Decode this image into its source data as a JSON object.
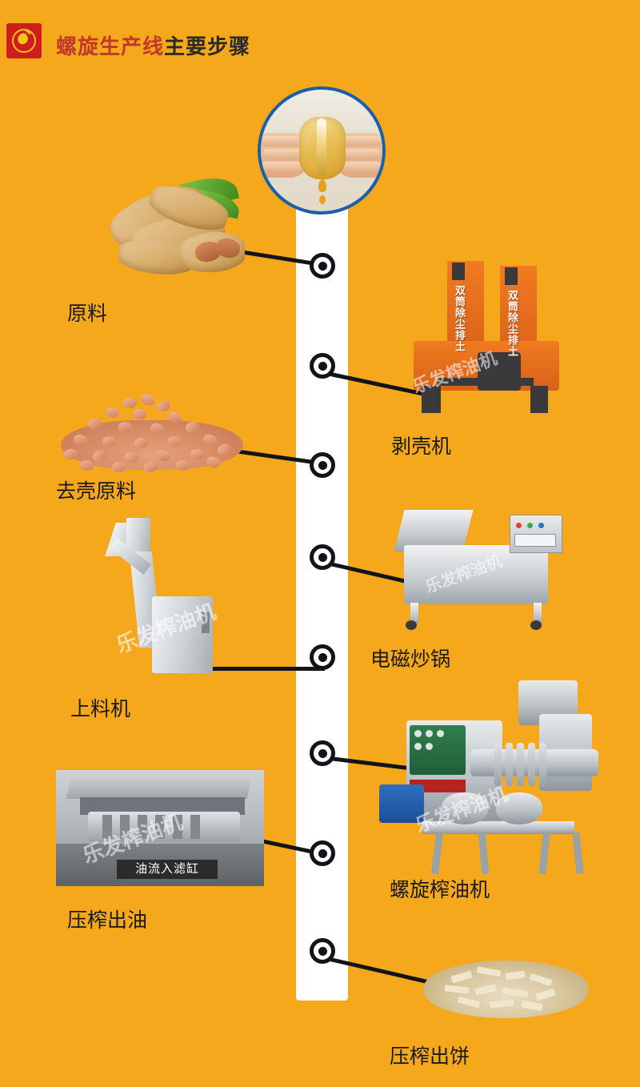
{
  "header": {
    "title_highlight": "螺旋生产线",
    "title_rest": "主要步骤",
    "logo_icon": "peanut-logo-icon"
  },
  "diagram": {
    "type": "process-flow",
    "orientation": "vertical-spine",
    "node_count": 8,
    "top_image_caption": "peanut-oil-pod-photo",
    "steps": [
      {
        "index": 1,
        "label": "原料",
        "side": "left",
        "image": "raw-peanuts-in-shell-photo"
      },
      {
        "index": 2,
        "label": "剥壳机",
        "side": "right",
        "image": "peanut-sheller-machine-photo",
        "machine_text": [
          "双筒除尘排土",
          "双筒除尘排土"
        ]
      },
      {
        "index": 3,
        "label": "去壳原料",
        "side": "left",
        "image": "shelled-peanut-kernels-photo"
      },
      {
        "index": 4,
        "label": "电磁炒锅",
        "side": "right",
        "image": "electromagnetic-roaster-photo"
      },
      {
        "index": 5,
        "label": "上料机",
        "side": "left",
        "image": "material-elevator-photo"
      },
      {
        "index": 6,
        "label": "螺旋榨油机",
        "side": "right",
        "image": "screw-oil-press-photo"
      },
      {
        "index": 7,
        "label": "压榨出油",
        "side": "left",
        "image": "oil-pressing-output-photo",
        "overlay_text": "油流入滤缸"
      },
      {
        "index": 8,
        "label": "压榨出饼",
        "side": "right",
        "image": "pressed-cake-photo"
      }
    ],
    "watermark": "乐发榨油机"
  },
  "colors": {
    "background": "#f5a81c",
    "spine": "#ffffff",
    "node_outline": "#111418",
    "title_highlight": "#c0392b",
    "title_rest": "#2a2a2a",
    "logo_bg": "#cf1c1c"
  }
}
